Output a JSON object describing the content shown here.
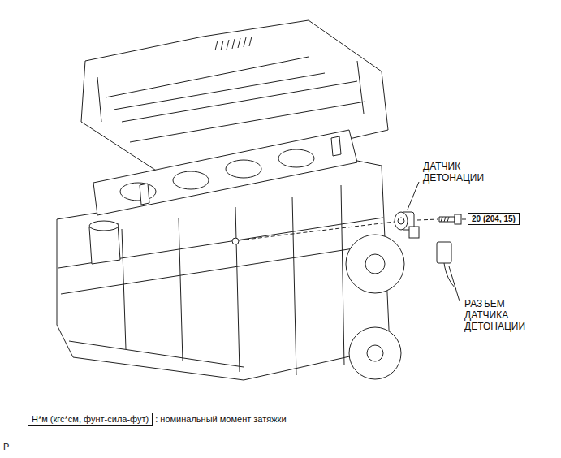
{
  "diagram": {
    "nodes": [
      {
        "text": [
          "20 (204, 15)"
        ]
      },
      {
        "text": [
          "Н*м (кгс*см, фунт-сила-фут)"
        ]
      }
    ],
    "labels": [
      "ДАТЧИК ДЕТОНАЦИИ",
      "РАЗЪЕМ ДАТЧИКА ДЕТОНАЦИИ",
      "P"
    ],
    "legend": [
      {
        "text": ": номинальный момент затяжки"
      }
    ]
  }
}
